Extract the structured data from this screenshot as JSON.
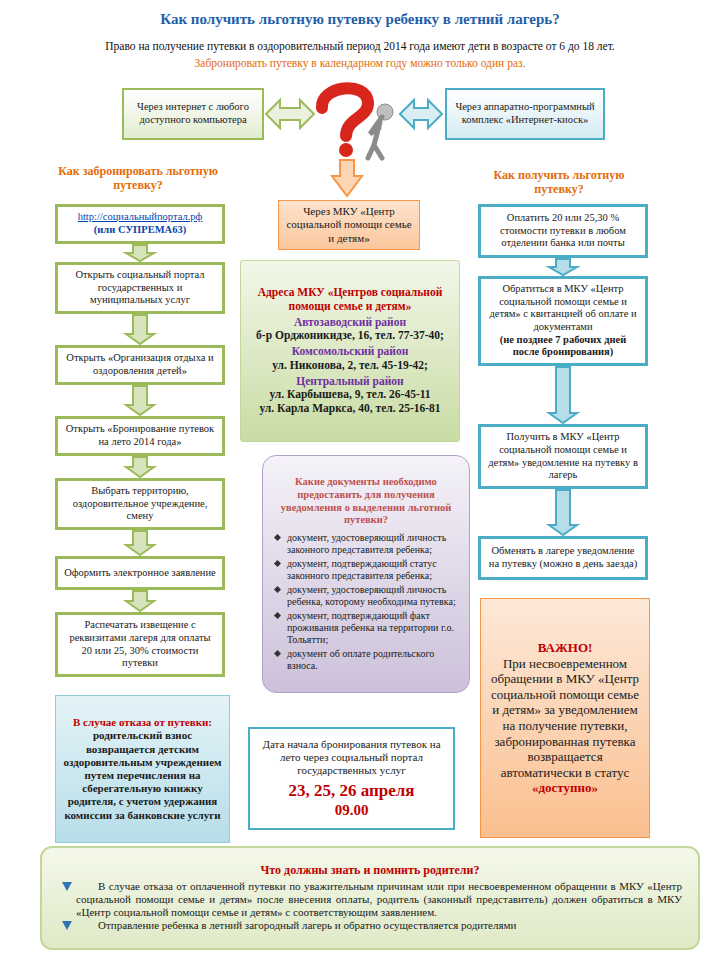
{
  "diagram": {
    "title": "Как получить льготную путевку ребенку в летний лагерь?",
    "nodes": [
      {
        "text": [
          "Через интернет с любого доступного компьютера"
        ]
      },
      {
        "text": [
          "Через аппаратно-программный комплекс «Интернет-киоск»"
        ]
      },
      {
        "text": [
          "Через МКУ «Центр социальной помощи семье и детям»"
        ]
      },
      {
        "text": [
          "http://социальныйпортал.рф",
          "(или СУПРЕМА63)"
        ]
      },
      {
        "text": [
          "Открыть социальный портал государственных и муниципальных услуг"
        ]
      },
      {
        "text": [
          "Открыть «Организация отдыха и оздоровления детей»"
        ]
      },
      {
        "text": [
          "Открыть «Бронирование путевок на лето 2014 года»"
        ]
      },
      {
        "text": [
          "Выбрать территорию, оздоровительное учреждение, смену"
        ]
      },
      {
        "text": [
          "Оформить электронное заявление"
        ]
      },
      {
        "text": [
          "Распечатать извещение с реквизитами лагеря для оплаты 20 или 25, 30% стоимости путевки"
        ]
      },
      {
        "text": [
          "В случае отказа от путевки:",
          "родительский взнос возвращается детским оздоровительным учреждением путем перечисления на сберегательную книжку родителя, с учетом удержания комиссии за банковские услуги"
        ]
      },
      {
        "text": [
          "Адреса МКУ «Центров социальной помощи семье и детям»",
          "Автозаводский район",
          "б-р Орджоникидзе, 16, тел. 77-37-40;",
          "Комсомольский район",
          "ул. Никонова, 2, тел. 45-19-42;",
          "Центральный район",
          "ул. Карбышева, 9, тел. 26-45-11",
          "ул. Карла Маркса, 40, тел. 25-16-81"
        ]
      },
      {
        "text": [
          "Какие документы необходимо предоставить для получения уведомления о выделении льготной путевки?",
          "документ, удостоверяющий личность законного представителя ребенка;",
          "документ, подтверждающий статус законного представителя ребенка;",
          "документ, удостоверяющий личность ребенка, которому необходима путевка;",
          "документ, подтверждающий факт проживания ребенка на территории г.о. Тольятти;",
          "документ об оплате родительского взноса."
        ]
      },
      {
        "text": [
          "Дата начала бронирования путевок на лето через социальный портал государственных услуг",
          "23, 25, 26 апреля",
          "09.00"
        ]
      },
      {
        "text": [
          "Оплатить 20 или 25,30 % стоимости путевки в любом отделении банка или почты"
        ]
      },
      {
        "text": [
          "Обратиться в МКУ «Центр социальной помощи семье и детям» с квитанцией об оплате и документами",
          "(не позднее 7 рабочих дней после бронирования)"
        ]
      },
      {
        "text": [
          "Получить в МКУ «Центр социальной помощи семье и детям» уведомление на путевку в лагерь"
        ]
      },
      {
        "text": [
          "Обменять в лагере уведомление на путевку (можно в день заезда)"
        ]
      },
      {
        "text": [
          "ВАЖНО!",
          "При несвоевременном обращении в МКУ «Центр социальной помощи семье и детям» за уведомлением на получение путевки, забронированная путевка возвращается автоматически в статус",
          "«доступно»"
        ]
      },
      {
        "text": [
          "Что должны знать и помнить родители?",
          "В случае отказа от оплаченной путевки по уважительным причинам или при несвоевременном обращении в МКУ «Центр социальной помощи семье и детям» после внесения оплаты, родитель (законный представитель) должен обратиться в МКУ «Центр социальной помощи семье и детям» с соответствующим заявлением.",
          "Отправление ребенка в летний загородный лагерь и обратно осуществляется родителями"
        ]
      }
    ],
    "edges": [
      {
        "from": 3,
        "to": 4,
        "arrow": "to"
      },
      {
        "from": 4,
        "to": 5,
        "arrow": "to"
      },
      {
        "from": 5,
        "to": 6,
        "arrow": "to"
      },
      {
        "from": 6,
        "to": 7,
        "arrow": "to"
      },
      {
        "from": 7,
        "to": 8,
        "arrow": "to"
      },
      {
        "from": 8,
        "to": 9,
        "arrow": "to"
      },
      {
        "from": 14,
        "to": 15,
        "arrow": "to"
      },
      {
        "from": 15,
        "to": 16,
        "arrow": "to"
      },
      {
        "from": 16,
        "to": 17,
        "arrow": "to"
      }
    ],
    "labels": [
      "Право на получение путевки в оздоровительный период 2014 года имеют дети в возрасте от 6 до 18 лет.",
      "Забронировать путевку в календарном году можно только один раз.",
      "Как забронировать льготную путевку?",
      "Как получить льготную путевку?"
    ]
  }
}
